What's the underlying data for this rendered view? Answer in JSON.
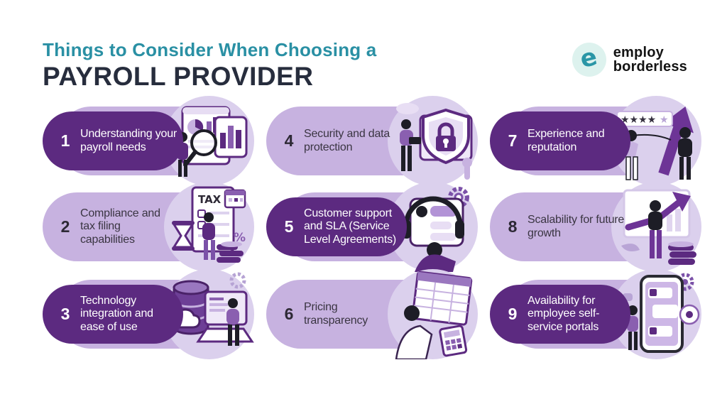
{
  "header": {
    "title_line1": "Things to Consider When Choosing a",
    "title_line2": "PAYROLL PROVIDER",
    "logo": {
      "mark": "e",
      "name_line1": "employ",
      "name_line2": "borderless"
    }
  },
  "colors": {
    "accent_teal": "#2a90a4",
    "title_dark": "#272d3d",
    "dark_purple": "#5c2a80",
    "light_purple": "#c7b2e0",
    "illustration_bg": "#dbd0ed",
    "dark_text": "#3a3542"
  },
  "items": [
    {
      "number": "1",
      "label": "Understanding your payroll needs",
      "style": "dark",
      "icon": "magnifier-analytics-icon"
    },
    {
      "number": "2",
      "label": "Compliance and tax filing capabilities",
      "style": "light",
      "icon": "tax-document-icon"
    },
    {
      "number": "3",
      "label": "Technology integration and ease of use",
      "style": "dark",
      "icon": "cloud-database-laptop-icon"
    },
    {
      "number": "4",
      "label": "Security and data protection",
      "style": "light",
      "icon": "shield-lock-icon"
    },
    {
      "number": "5",
      "label": "Customer support and SLA (Service Level Agreements)",
      "style": "dark",
      "icon": "headset-support-chat-icon"
    },
    {
      "number": "6",
      "label": "Pricing transparency",
      "style": "light",
      "icon": "spreadsheet-calculator-icon"
    },
    {
      "number": "7",
      "label": "Experience and reputation",
      "style": "dark",
      "icon": "star-rating-growth-icon"
    },
    {
      "number": "8",
      "label": "Scalability for future growth",
      "style": "light",
      "icon": "growth-chart-coins-icon"
    },
    {
      "number": "9",
      "label": "Availability for employee self-service portals",
      "style": "dark",
      "icon": "mobile-self-service-icon"
    }
  ],
  "illustrations": {
    "tax_label": "TAX",
    "percent_label": "%",
    "stars_filled": "★★★★",
    "stars_empty": "★"
  }
}
